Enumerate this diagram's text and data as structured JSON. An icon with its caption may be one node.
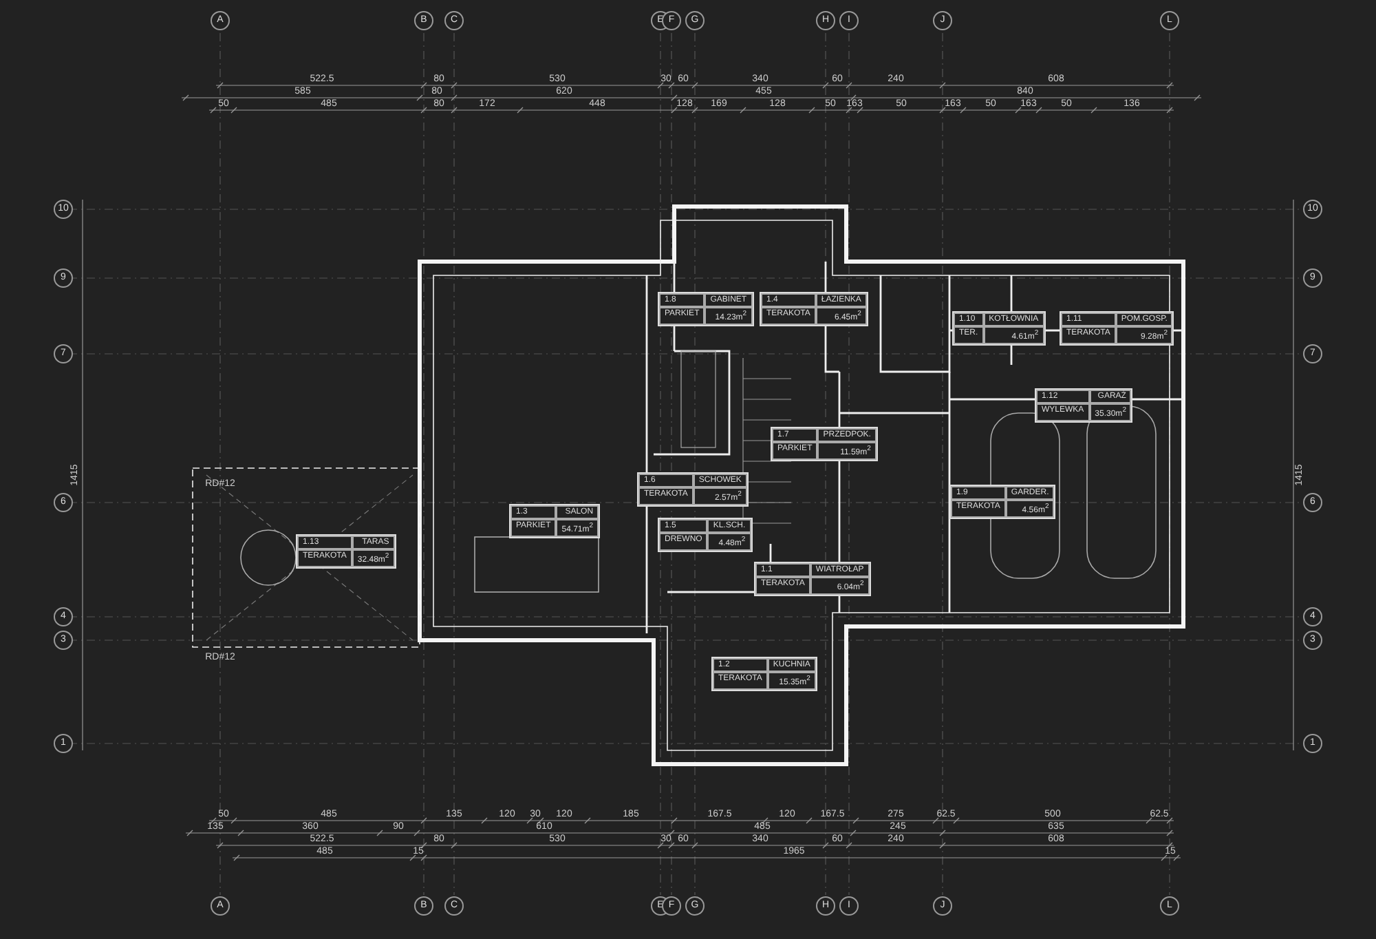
{
  "diagram": {
    "nodes": [
      {
        "text": [
          "1.8",
          "GABINET",
          "PARKIET",
          "14.23m$^{2}$"
        ]
      },
      {
        "text": [
          "1.4",
          "ŁAZIENKA",
          "TERAKOTA",
          "6.45m$^{2}$"
        ]
      },
      {
        "text": [
          "1.10",
          "KOTŁOWNIA",
          "TER.",
          "4.61m$^{2}$"
        ]
      },
      {
        "text": [
          "1.11",
          "POM.GOSP.",
          "TERAKOTA",
          "9.28m$^{2}$"
        ]
      },
      {
        "text": [
          "1.12",
          "GARAŻ",
          "WYLEWKA",
          "35.30m$^{2}$"
        ]
      },
      {
        "text": [
          "1.7",
          "PRZEDPOK.",
          "PARKIET",
          "11.59m$^{2}$"
        ]
      },
      {
        "text": [
          "1.6",
          "SCHOWEK",
          "TERAKOTA",
          "2.57m$^{2}$"
        ]
      },
      {
        "text": [
          "1.9",
          "GARDER.",
          "TERAKOTA",
          "4.56m$^{2}$"
        ]
      },
      {
        "text": [
          "1.3",
          "SALON",
          "PARKIET",
          "54.71m$^{2}$"
        ]
      },
      {
        "text": [
          "1.13",
          "TARAS",
          "TERAKOTA",
          "32.48m$^{2}$"
        ]
      },
      {
        "text": [
          "1.5",
          "KL.SCH.",
          "DREWNO",
          "4.48m$^{2}$"
        ]
      },
      {
        "text": [
          "1.1",
          "WIATROŁAP",
          "TERAKOTA",
          "6.04m$^{2}$"
        ]
      },
      {
        "text": [
          "1.2",
          "KUCHNIA",
          "TERAKOTA",
          "15.35m$^{2}$"
        ]
      }
    ],
    "labels": [
      "A",
      "B",
      "C",
      "E",
      "F",
      "G",
      "H",
      "I",
      "J",
      "L",
      "10",
      "9",
      "7",
      "6",
      "4",
      "3",
      "1",
      "10",
      "9",
      "7",
      "6",
      "4",
      "3",
      "1",
      "522.5",
      "80",
      "530",
      "30",
      "60",
      "340",
      "60",
      "240",
      "608",
      "585",
      "80",
      "620",
      "455",
      "840",
      "50",
      "485",
      "80",
      "172",
      "448",
      "128",
      "169",
      "128",
      "50",
      "163",
      "50",
      "163",
      "50",
      "163",
      "50",
      "136",
      "50",
      "485",
      "135",
      "120",
      "30",
      "120",
      "185",
      "167.5",
      "120",
      "167.5",
      "275",
      "62.5",
      "500",
      "62.5",
      "135",
      "360",
      "90",
      "610",
      "485",
      "245",
      "635",
      "522.5",
      "80",
      "530",
      "30",
      "60",
      "340",
      "60",
      "240",
      "608",
      "485",
      "15",
      "1965",
      "15",
      "A",
      "B",
      "C",
      "E",
      "F",
      "G",
      "H",
      "I",
      "J",
      "L",
      "RD#12",
      "RD#12",
      "1415",
      "1415"
    ]
  }
}
